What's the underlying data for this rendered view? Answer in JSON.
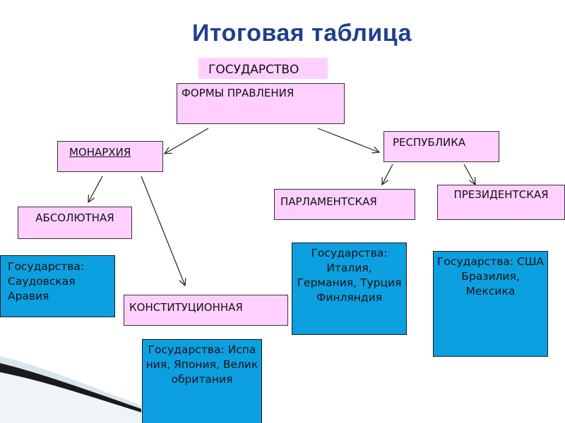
{
  "title": "Итоговая таблица",
  "nodes": {
    "states": "ГОСУДАРСТВО",
    "forms": "ФОРМЫ ПРАВЛЕНИЯ",
    "monarchy": "МОНАРХИЯ",
    "republic": "РЕСПУБЛИКА",
    "absolute": "АБСОЛЮТНАЯ",
    "constitutional": "КОНСТИТУЦИОННАЯ",
    "parliamentary": "ПАРЛАМЕНТСКАЯ",
    "presidential": "ПРЕЗИДЕНТСКАЯ"
  },
  "examples": {
    "absolute": "Государства: Саудовская Аравия",
    "constitutional": "Государства: Испания, Япония, Великобритания",
    "parliamentary": "Государства: Италия, Германия, Турция Финляндия",
    "presidential": "Государства: США Бразилия, Мексика"
  },
  "colors": {
    "title": "#1f3f8f",
    "node_fill": "#ffd0ff",
    "example_fill": "#0ca0e0"
  }
}
